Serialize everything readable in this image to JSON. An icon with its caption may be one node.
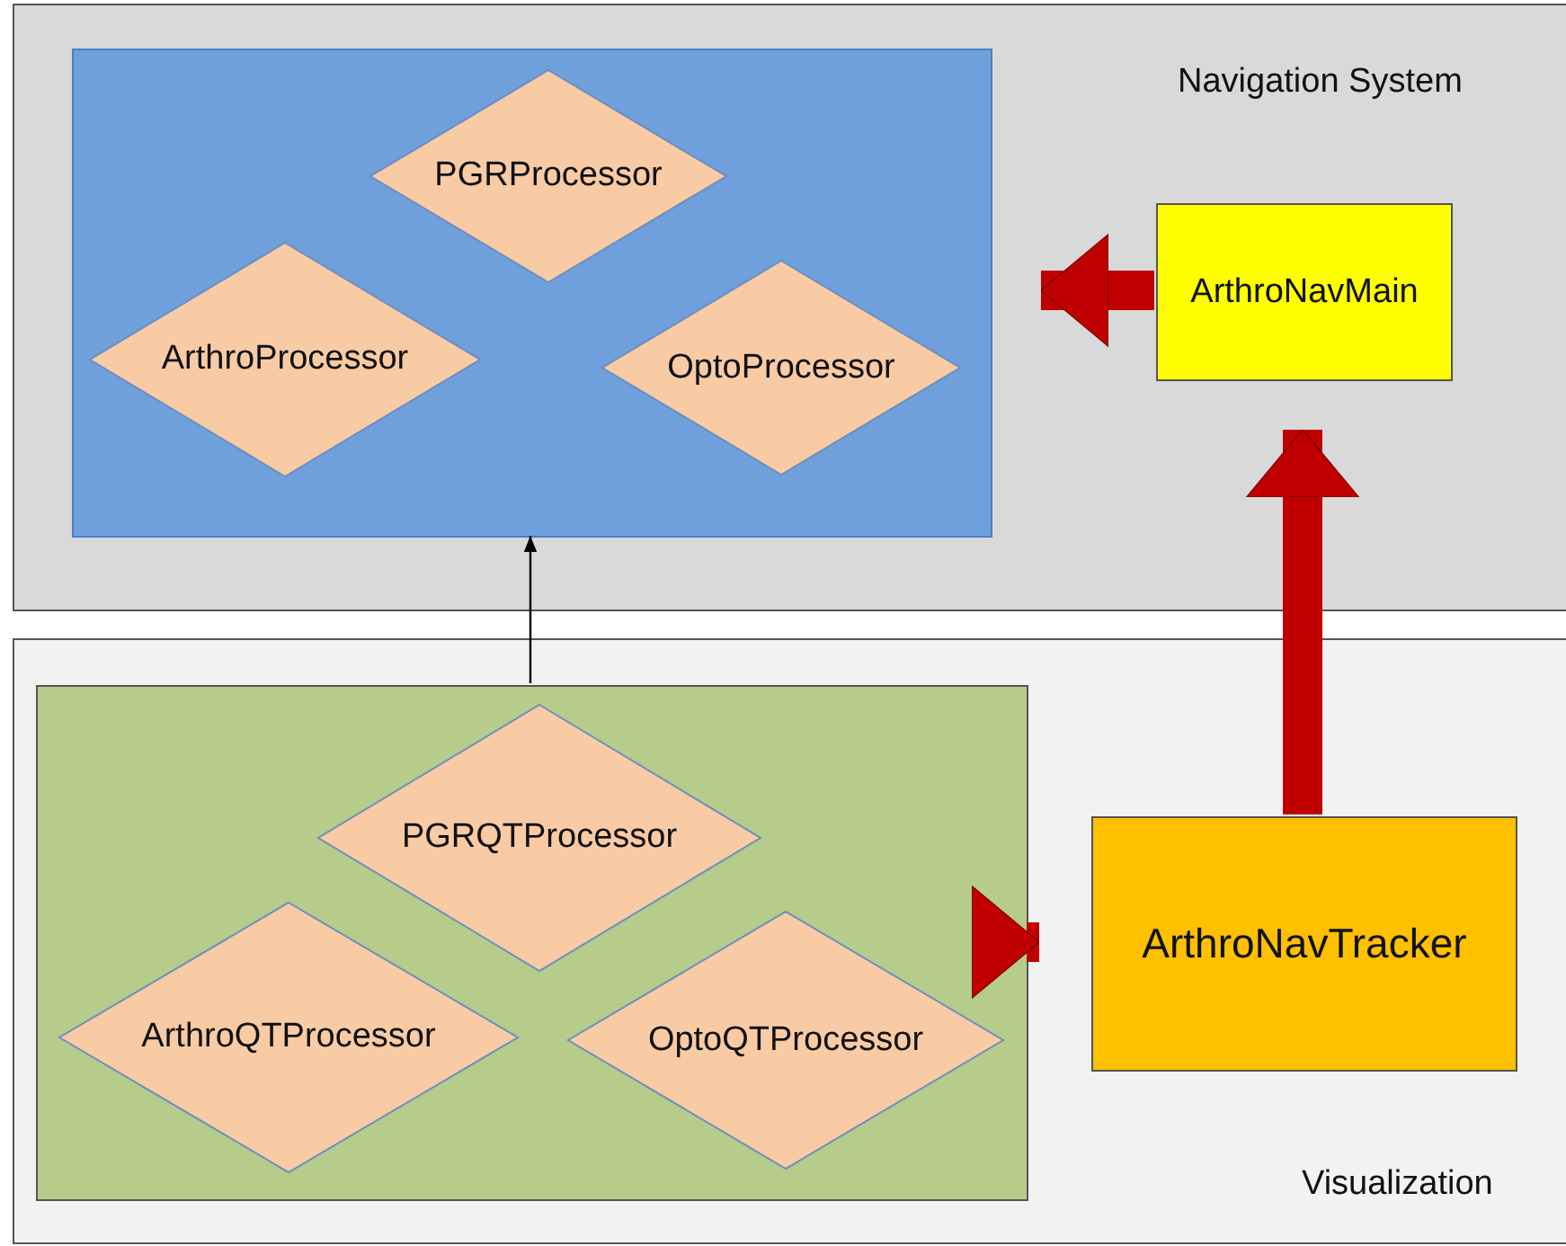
{
  "diagram": {
    "nodes": [
      {
        "text": [
          "Navigation System"
        ]
      },
      {
        "text": [],
        "shape": "box",
        "in": 0
      },
      {
        "text": [
          "PGRProcessor"
        ],
        "in": 1
      },
      {
        "text": [
          "ArthroProcessor"
        ],
        "in": 1
      },
      {
        "text": [
          "OptoProcessor"
        ],
        "in": 1
      },
      {
        "text": [
          "ArthroNavMain"
        ],
        "in": 0
      },
      {
        "text": [
          "Visualization"
        ]
      },
      {
        "text": [],
        "shape": "box",
        "in": 6
      },
      {
        "text": [
          "PGRQTProcessor"
        ],
        "in": 7
      },
      {
        "text": [
          "ArthroQTProcessor"
        ],
        "in": 7
      },
      {
        "text": [
          "OptoQTProcessor"
        ],
        "in": 7
      },
      {
        "text": [
          "ArthroNavTracker"
        ],
        "in": 6
      }
    ],
    "edges": [
      {
        "from": 5,
        "to": 1,
        "arrow": "to"
      },
      {
        "from": 11,
        "to": 5,
        "arrow": "to"
      },
      {
        "from": 7,
        "to": 11,
        "arrow": "to"
      },
      {
        "from": 7,
        "to": 1,
        "arrow": "to",
        "color": "#000000"
      }
    ]
  }
}
